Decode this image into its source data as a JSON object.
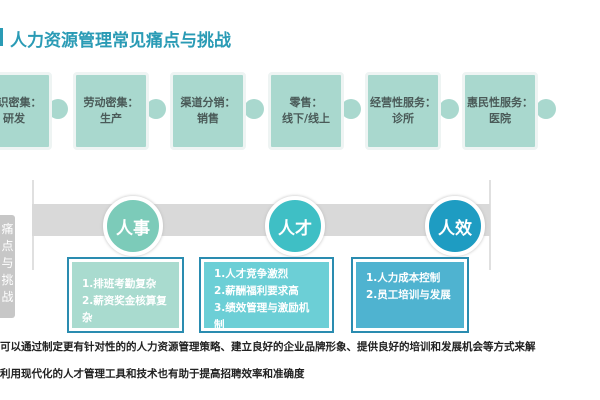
{
  "title": "人力资源管理常见痛点与挑战",
  "industries": [
    {
      "line1": "知识密集：",
      "line2": "研发"
    },
    {
      "line1": "劳动密集：",
      "line2": "生产"
    },
    {
      "line1": "渠道分销：",
      "line2": "销售"
    },
    {
      "line1": "零售：",
      "line2": "线下/线上"
    },
    {
      "line1": "经营性服务：",
      "line2": "诊所"
    },
    {
      "line1": "惠民性服务：",
      "line2": "医院"
    }
  ],
  "side_label": "痛点与挑战",
  "pillars": [
    {
      "name": "人事",
      "color": "#7ccbb9",
      "box_color": "#a9dbcf",
      "items": [
        "1.排班考勤复杂",
        "2.薪资奖金核算复杂"
      ]
    },
    {
      "name": "人才",
      "color": "#3fbfc5",
      "box_color": "#6ccfd6",
      "items": [
        "1.人才竞争激烈",
        "2.薪酬福利要求高",
        "3.绩效管理与激励机制"
      ]
    },
    {
      "name": "人效",
      "color": "#1e9cc2",
      "box_color": "#4fb3d0",
      "items": [
        "1.人力成本控制",
        "2.员工培训与发展"
      ]
    }
  ],
  "notes": [
    "可以通过制定更有针对性的的人力资源管理策略、建立良好的企业品牌形象、提供良好的培训和发展机会等方式来解",
    "利用现代化的人才管理工具和技术也有助于提高招聘效率和准确度"
  ]
}
